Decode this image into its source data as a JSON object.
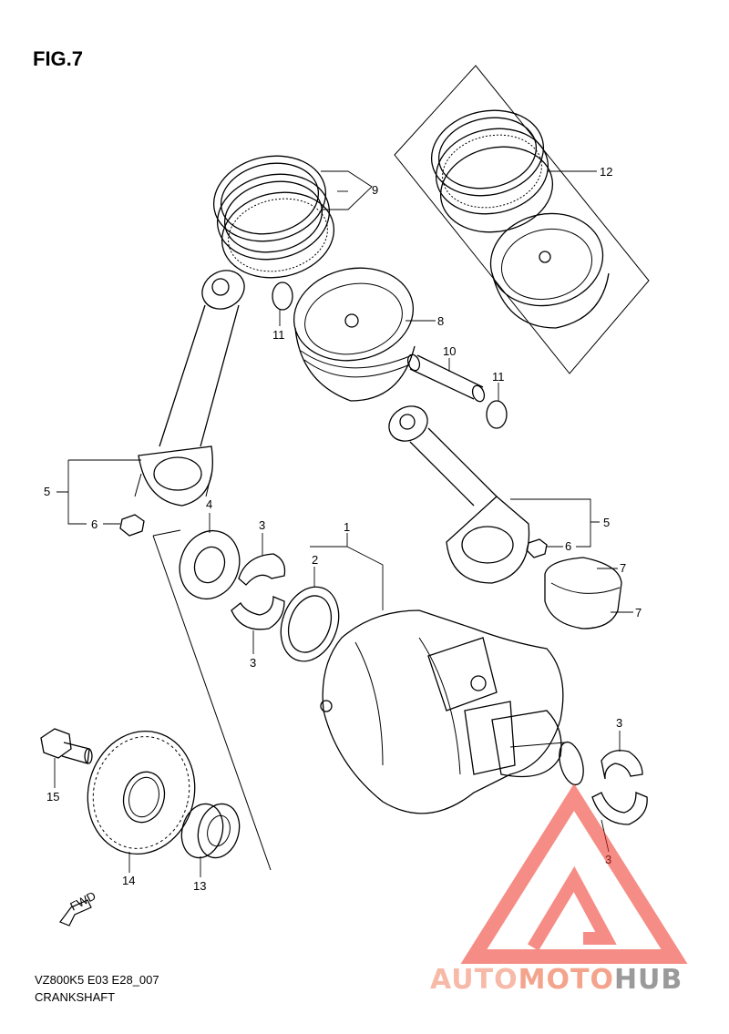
{
  "figure": {
    "title": "FIG.7",
    "code": "VZ800K5 E03 E28_007",
    "name": "CRANKSHAFT"
  },
  "callouts": [
    {
      "id": "1"
    },
    {
      "id": "2"
    },
    {
      "id": "3a"
    },
    {
      "id": "3b"
    },
    {
      "id": "3c"
    },
    {
      "id": "3d"
    },
    {
      "id": "4"
    },
    {
      "id": "5a"
    },
    {
      "id": "5b"
    },
    {
      "id": "6a"
    },
    {
      "id": "6b"
    },
    {
      "id": "7a"
    },
    {
      "id": "7b"
    },
    {
      "id": "8"
    },
    {
      "id": "9"
    },
    {
      "id": "10"
    },
    {
      "id": "11a"
    },
    {
      "id": "11b"
    },
    {
      "id": "12"
    },
    {
      "id": "13"
    },
    {
      "id": "14"
    },
    {
      "id": "15"
    }
  ],
  "labels": {
    "n1": "1",
    "n2": "2",
    "n3": "3",
    "n4": "4",
    "n5": "5",
    "n6": "6",
    "n7": "7",
    "n8": "8",
    "n9": "9",
    "n10": "10",
    "n11": "11",
    "n12": "12",
    "n13": "13",
    "n14": "14",
    "n15": "15"
  },
  "fwd_label": "FWD",
  "watermark": {
    "part1": "AUTO",
    "part2": "MOTO",
    "part3": "HUB",
    "color1": "#f7b9a8",
    "color2": "#f4a38c",
    "color3": "#9a9a9a",
    "logo_color": "#ee3124"
  }
}
